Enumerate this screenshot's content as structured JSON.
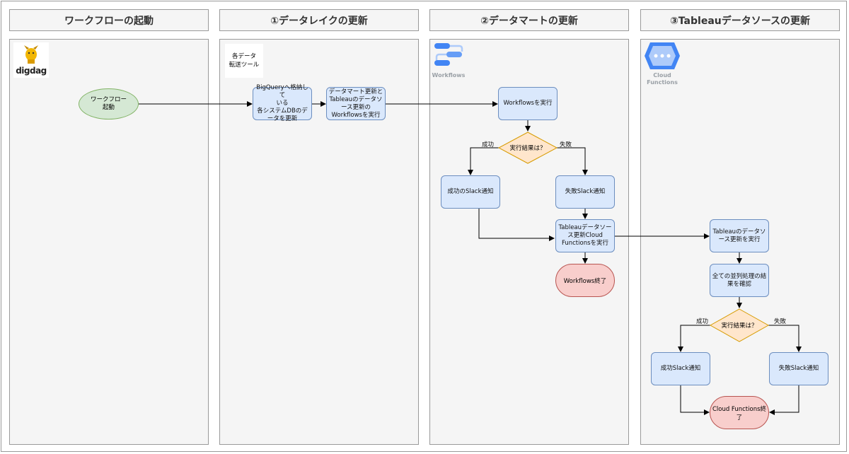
{
  "lanes": [
    {
      "title": "ワークフローの起動"
    },
    {
      "title": "①データレイクの更新"
    },
    {
      "title": "②データマートの更新"
    },
    {
      "title": "③Tableauデータソースの更新"
    }
  ],
  "logos": {
    "digdag": "digdag",
    "workflows": "Workflows",
    "cloud_functions": "Cloud\nFunctions"
  },
  "tool_label": "各データ\n転送ツール",
  "nodes": {
    "start": "ワークフロー\n起動",
    "bigquery": "BigQueryへ格納して\nいる\n各システムDBのデ\nータを更新",
    "mart_trigger": "データマート更新と\nTableauのデータソ\nース更新の\nWorkflowsを実行",
    "wf_exec": "Workflowsを実行",
    "wf_decision": "実行結果は？",
    "wf_success": "成功のSlack通知",
    "wf_failure": "失敗Slack通知",
    "tableau_exec": "Tableauデータソー\nス更新Cloud\nFunctionsを実行",
    "wf_end": "Workflows終了",
    "cf_exec": "Tableauのデータソ\nース更新を実行",
    "cf_check": "全ての並列処理の結\n果を確認",
    "cf_decision": "実行結果は？",
    "cf_success": "成功Slack通知",
    "cf_failure": "失敗Slack通知",
    "cf_end": "Cloud Functions終了"
  },
  "edge_labels": {
    "wf_yes": "成功",
    "wf_no": "失敗",
    "cf_yes": "成功",
    "cf_no": "失敗"
  },
  "colors": {
    "process_fill": "#dae8fc",
    "process_stroke": "#6c8ebf",
    "decision_fill": "#ffe6cc",
    "decision_stroke": "#d79b00",
    "start_fill": "#d5e8d4",
    "end_fill": "#f8cecc"
  }
}
